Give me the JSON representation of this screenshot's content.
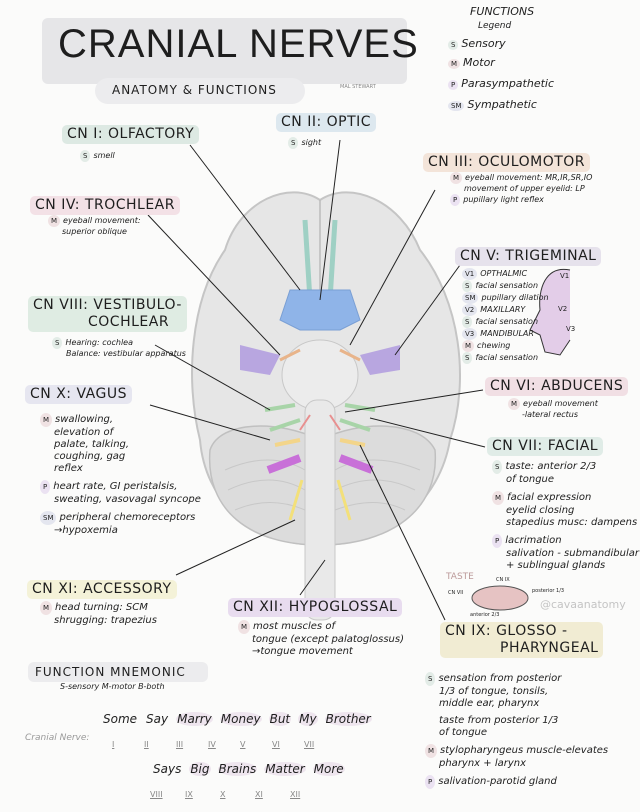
{
  "title": "CRANIAL NERVES",
  "author": "MAL STEWART",
  "subtitle": "ANATOMY & FUNCTIONS",
  "legend": {
    "heading": "FUNCTIONS",
    "sub": "Legend",
    "items": [
      {
        "code": "S",
        "label": "Sensory",
        "color": "#e3ece7"
      },
      {
        "code": "M",
        "label": "Motor",
        "color": "#f0e2e3"
      },
      {
        "code": "P",
        "label": "Parasympathetic",
        "color": "#ebe2f2"
      },
      {
        "code": "SM",
        "label": "Sympathetic",
        "color": "#e4e6ef"
      }
    ]
  },
  "nerves": {
    "cn1": {
      "title": "CN I: OLFACTORY",
      "color": "#dde9e3",
      "lines": [
        {
          "code": "S",
          "text": "smell"
        }
      ]
    },
    "cn2": {
      "title": "CN II: OPTIC",
      "color": "#dde8ef",
      "lines": [
        {
          "code": "S",
          "text": "sight"
        }
      ]
    },
    "cn3": {
      "title": "CN III: OCULOMOTOR",
      "color": "#f3e4d9",
      "lines": [
        {
          "code": "M",
          "text": "eyeball movement: MR,IR,SR,IO"
        },
        {
          "code": "",
          "text": "movement of upper eyelid: LP"
        },
        {
          "code": "P",
          "text": "pupillary light reflex"
        }
      ]
    },
    "cn4": {
      "title": "CN IV: TROCHLEAR",
      "color": "#f3e1e6",
      "lines": [
        {
          "code": "M",
          "text": "eyeball movement:"
        },
        {
          "code": "",
          "text": "superior oblique"
        }
      ]
    },
    "cn5": {
      "title": "CN V: TRIGEMINAL",
      "color": "#e6e2ec",
      "lines": [
        {
          "code": "V1",
          "text": "OPTHALMIC"
        },
        {
          "code": "S",
          "text": "facial sensation"
        },
        {
          "code": "SM",
          "text": "pupillary dilation"
        },
        {
          "code": "V2",
          "text": "MAXILLARY"
        },
        {
          "code": "S",
          "text": "facial sensation"
        },
        {
          "code": "V3",
          "text": "MANDIBULAR"
        },
        {
          "code": "M",
          "text": "chewing"
        },
        {
          "code": "S",
          "text": "facial sensation"
        }
      ],
      "face": [
        "V1",
        "V2",
        "V3"
      ]
    },
    "cn6": {
      "title": "CN VI: ABDUCENS",
      "color": "#f1dfe4",
      "lines": [
        {
          "code": "M",
          "text": "eyeball movement"
        },
        {
          "code": "",
          "text": "-lateral rectus"
        }
      ]
    },
    "cn7": {
      "title": "CN VII: FACIAL",
      "color": "#e0ece7",
      "lines": [
        {
          "code": "S",
          "text": "taste: anterior 2/3"
        },
        {
          "code": "",
          "text": "of tongue"
        },
        {
          "code": "M",
          "text": "facial expression"
        },
        {
          "code": "",
          "text": "eyelid closing"
        },
        {
          "code": "",
          "text": "stapedius musc: dampens sound"
        },
        {
          "code": "P",
          "text": "lacrimation"
        },
        {
          "code": "",
          "text": "salivation - submandibular"
        },
        {
          "code": "",
          "text": "+ sublingual glands"
        }
      ]
    },
    "cn8": {
      "title": "CN VIII: VESTIBULO-",
      "title2": "COCHLEAR",
      "color": "#dfece3",
      "lines": [
        {
          "code": "S",
          "text": "Hearing: cochlea"
        },
        {
          "code": "",
          "text": "Balance: vestibular apparatus"
        }
      ]
    },
    "cn9": {
      "title": "CN IX: GLOSSO -",
      "title2": "PHARYNGEAL",
      "color": "#f1ecd3",
      "lines": [
        {
          "code": "S",
          "text": "sensation from posterior"
        },
        {
          "code": "",
          "text": "1/3 of tongue, tonsils,"
        },
        {
          "code": "",
          "text": "middle ear, pharynx"
        },
        {
          "code": "",
          "text": "taste from posterior 1/3"
        },
        {
          "code": "",
          "text": "of tongue"
        },
        {
          "code": "M",
          "text": "stylopharyngeus muscle-elevates"
        },
        {
          "code": "",
          "text": "pharynx + larynx"
        },
        {
          "code": "P",
          "text": "salivation-parotid gland"
        }
      ]
    },
    "cn10": {
      "title": "CN X: VAGUS",
      "color": "#e6e6f0",
      "lines": [
        {
          "code": "M",
          "text": "swallowing,"
        },
        {
          "code": "",
          "text": "elevation of"
        },
        {
          "code": "",
          "text": "palate, talking,"
        },
        {
          "code": "",
          "text": "coughing, gag"
        },
        {
          "code": "",
          "text": "reflex"
        },
        {
          "code": "P",
          "text": "heart rate, GI peristalsis,"
        },
        {
          "code": "",
          "text": "sweating, vasovagal syncope"
        },
        {
          "code": "SM",
          "text": "peripheral chemoreceptors"
        },
        {
          "code": "",
          "text": "→hypoxemia"
        }
      ]
    },
    "cn11": {
      "title": "CN XI: ACCESSORY",
      "color": "#f4f2d8",
      "lines": [
        {
          "code": "M",
          "text": "head turning: SCM"
        },
        {
          "code": "",
          "text": "shrugging: trapezius"
        }
      ]
    },
    "cn12": {
      "title": "CN XII: HYPOGLOSSAL",
      "color": "#e8dcef",
      "lines": [
        {
          "code": "M",
          "text": "most muscles of"
        },
        {
          "code": "",
          "text": "tongue (except palatoglossus)"
        },
        {
          "code": "",
          "text": "→tongue movement"
        }
      ]
    }
  },
  "taste": {
    "title": "TASTE",
    "cn9": "CN IX",
    "cn7": "CN VII",
    "posterior": "posterior 1/3",
    "anterior": "anterior 2/3"
  },
  "mnemonic": {
    "title": "FUNCTION MNEMONIC",
    "key": "S-sensory  M-motor  B-both",
    "row_label": "Cranial Nerve:",
    "line1": [
      "Some",
      "Say",
      "Marry",
      "Money",
      "But",
      "My",
      "Brother"
    ],
    "numerals1": [
      "I",
      "II",
      "III",
      "IV",
      "V",
      "VI",
      "VII"
    ],
    "line2": [
      "Says",
      "Big",
      "Brains",
      "Matter",
      "More"
    ],
    "numerals2": [
      "VIII",
      "IX",
      "X",
      "XI",
      "XII"
    ]
  },
  "watermark": "@cavaanatomy"
}
